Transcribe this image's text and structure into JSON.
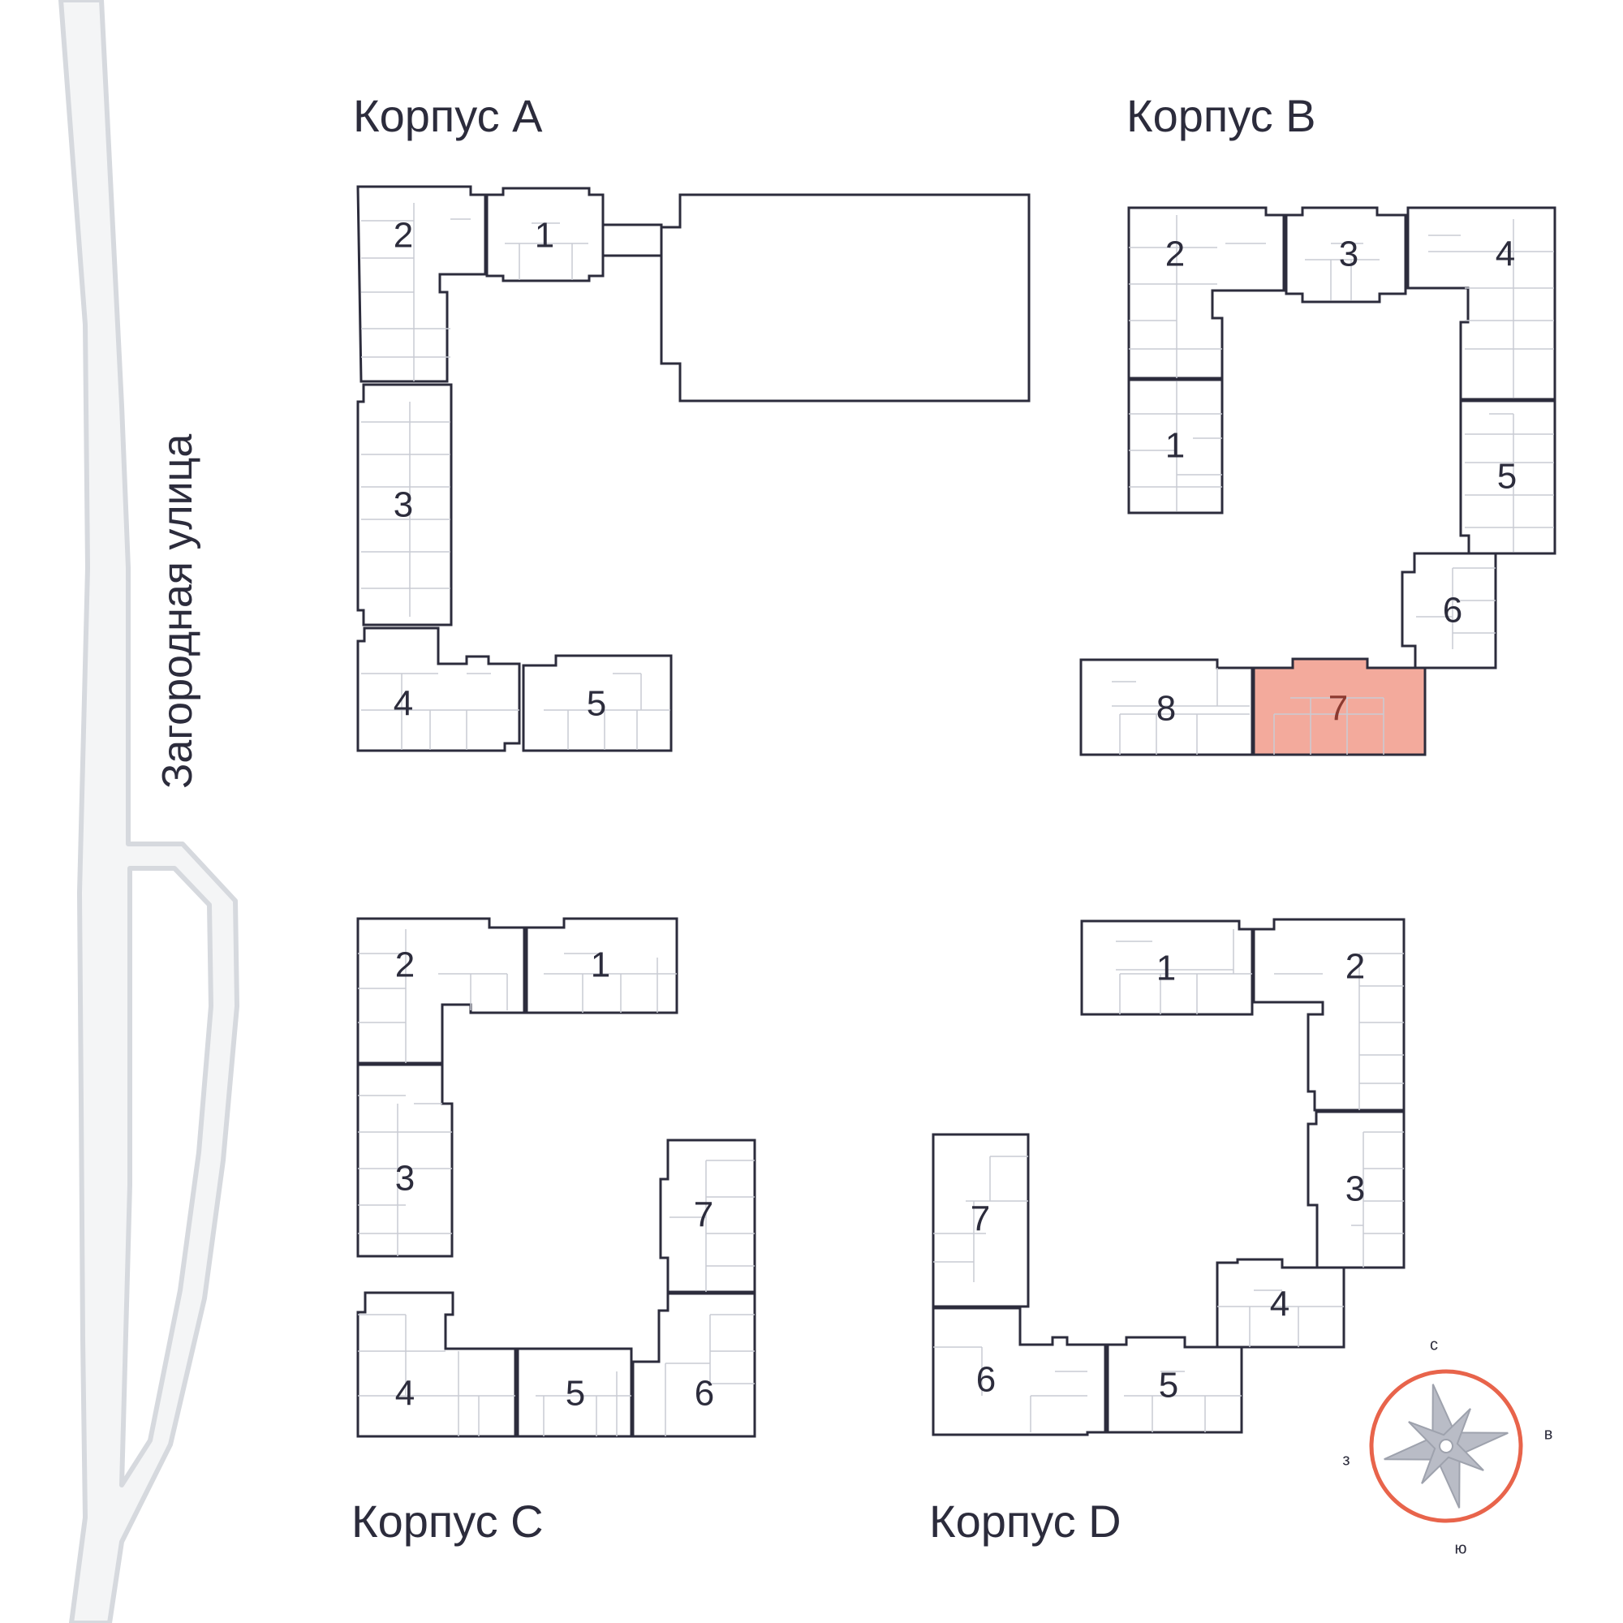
{
  "street": {
    "name": "Загородная улица"
  },
  "selected": {
    "building": "Корпус B",
    "section": "7"
  },
  "colors": {
    "outline": "#2c2c3c",
    "selected_fill": "#f3aa9c",
    "road": "#d6d9de",
    "compass_ring": "#e8644b",
    "compass_star": "#b9bcc6"
  },
  "compass": {
    "north": "с",
    "east": "в",
    "south": "ю",
    "west": "з",
    "icon": "compass-rose-icon"
  },
  "buildings": [
    {
      "label": "Корпус A",
      "sections": [
        "1",
        "2",
        "3",
        "4",
        "5"
      ]
    },
    {
      "label": "Корпус B",
      "sections": [
        "1",
        "2",
        "3",
        "4",
        "5",
        "6",
        "7",
        "8"
      ]
    },
    {
      "label": "Корпус C",
      "sections": [
        "1",
        "2",
        "3",
        "4",
        "5",
        "6",
        "7"
      ]
    },
    {
      "label": "Корпус D",
      "sections": [
        "1",
        "2",
        "3",
        "4",
        "5",
        "6",
        "7"
      ]
    }
  ]
}
